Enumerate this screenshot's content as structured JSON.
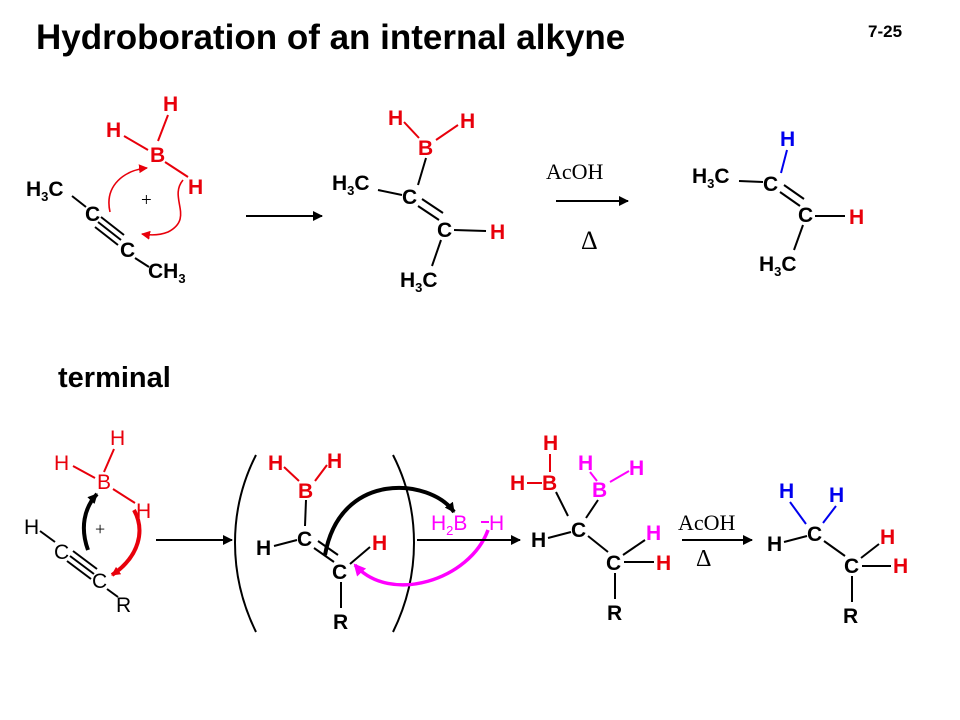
{
  "title": "Hydroboration of an internal alkyne",
  "page_number": "7-25",
  "subtitle": "terminal",
  "reagents": {
    "acid": "AcOH",
    "heat": "Δ",
    "plus": "+"
  },
  "atoms": {
    "H": "H",
    "B": "B",
    "C": "C",
    "R": "R",
    "CH3": "CH",
    "H3C": "H",
    "C_after_h3": "C",
    "sub3": "3",
    "sub2": "2",
    "H2": "H"
  },
  "colors": {
    "boron_reagent": "#e8000b",
    "new_bond": "#0000ee",
    "second_borane": "#ff00ff",
    "black": "#000000"
  }
}
